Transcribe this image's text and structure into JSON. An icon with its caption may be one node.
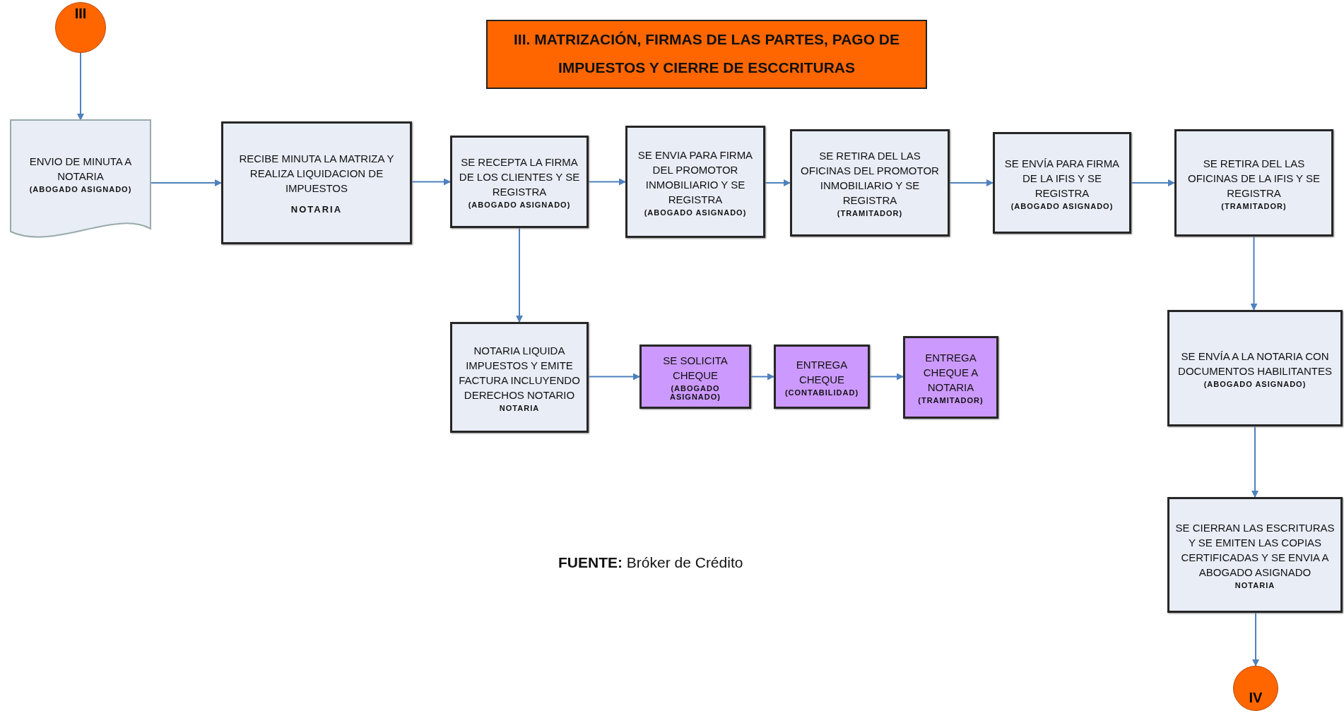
{
  "diagram": {
    "title": "III. MATRIZACIÓN, FIRMAS DE LAS PARTES, PAGO DE IMPUESTOS Y CIERRE DE ESCCRITURAS",
    "caption": "**FUENTE:** Bróker de Crédito",
    "nodes": [
      {
        "text": [
          "III"
        ]
      },
      {
        "text": [
          "ENVIO DE MINUTA A NOTARIA",
          "(ABOGADO ASIGNADO)"
        ]
      },
      {
        "text": [
          "RECIBE MINUTA LA MATRIZA Y REALIZA LIQUIDACION DE IMPUESTOS",
          "NOTARIA"
        ]
      },
      {
        "text": [
          "SE RECEPTA LA FIRMA DE LOS CLIENTES Y SE REGISTRA",
          "(ABOGADO ASIGNADO)"
        ]
      },
      {
        "text": [
          "SE ENVIA PARA FIRMA DEL PROMOTOR INMOBILIARIO Y SE REGISTRA",
          "(ABOGADO ASIGNADO)"
        ]
      },
      {
        "text": [
          "SE RETIRA DEL LAS OFICINAS DEL PROMOTOR INMOBILIARIO Y SE REGISTRA",
          "(TRAMITADOR)"
        ]
      },
      {
        "text": [
          "SE ENVÍA PARA FIRMA DE LA IFIS Y SE REGISTRA",
          "(ABOGADO ASIGNADO)"
        ]
      },
      {
        "text": [
          "SE RETIRA DEL LAS OFICINAS DE LA IFIS Y SE REGISTRA",
          "(TRAMITADOR)"
        ]
      },
      {
        "text": [
          "NOTARIA LIQUIDA IMPUESTOS Y EMITE FACTURA INCLUYENDO DERECHOS NOTARIO",
          "NOTARIA"
        ]
      },
      {
        "text": [
          "SE SOLICITA CHEQUE",
          "(ABOGADO ASIGNADO)"
        ]
      },
      {
        "text": [
          "ENTREGA CHEQUE",
          "(CONTABILIDAD)"
        ]
      },
      {
        "text": [
          "ENTREGA CHEQUE A NOTARIA",
          "(TRAMITADOR)"
        ]
      },
      {
        "text": [
          "SE ENVÍA A LA NOTARIA CON DOCUMENTOS HABILITANTES",
          "(ABOGADO ASIGNADO)"
        ]
      },
      {
        "text": [
          "SE CIERRAN LAS ESCRITURAS Y SE EMITEN LAS COPIAS CERTIFICADAS Y SE ENVIA A ABOGADO ASIGNADO",
          "NOTARIA"
        ]
      },
      {
        "text": [
          "IV"
        ]
      }
    ],
    "edges": [
      {
        "from": 0,
        "to": 1,
        "arrow": "to"
      },
      {
        "from": 1,
        "to": 2,
        "arrow": "to"
      },
      {
        "from": 2,
        "to": 3,
        "arrow": "to"
      },
      {
        "from": 3,
        "to": 4,
        "arrow": "to"
      },
      {
        "from": 4,
        "to": 5,
        "arrow": "to"
      },
      {
        "from": 5,
        "to": 6,
        "arrow": "to"
      },
      {
        "from": 6,
        "to": 7,
        "arrow": "to"
      },
      {
        "from": 3,
        "to": 8,
        "arrow": "to"
      },
      {
        "from": 8,
        "to": 9,
        "arrow": "to"
      },
      {
        "from": 9,
        "to": 10,
        "arrow": "to"
      },
      {
        "from": 10,
        "to": 11,
        "arrow": "to"
      },
      {
        "from": 7,
        "to": 12,
        "arrow": "to"
      },
      {
        "from": 12,
        "to": 13,
        "arrow": "to"
      },
      {
        "from": 13,
        "to": 14,
        "arrow": "to"
      }
    ]
  }
}
